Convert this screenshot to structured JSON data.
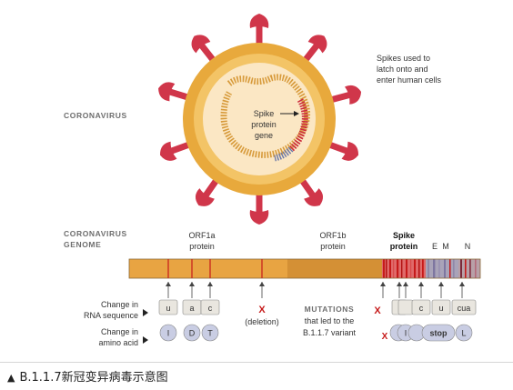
{
  "colors": {
    "virus_body": "#e8a93c",
    "virus_inner": "#fbe7c4",
    "spike": "#d0364a",
    "bar_orf1a": "#e8a442",
    "bar_orf1b": "#d49035",
    "mutation_line": "#c61a1a",
    "code_box": "#e9e6df",
    "amino_circle": "#c9cde3"
  },
  "virus": {
    "label": "CORONAVIRUS",
    "spike_note": [
      "Spikes used to",
      "latch onto and",
      "enter human cells"
    ],
    "gene_label": [
      "Spike",
      "protein",
      "gene"
    ]
  },
  "genome": {
    "label": [
      "CORONAVIRUS",
      "GENOME"
    ],
    "orf1a": [
      "ORF1a",
      "protein"
    ],
    "orf1b": [
      "ORF1b",
      "protein"
    ],
    "spike": [
      "Spike",
      "protein"
    ],
    "e": "E",
    "m": "M",
    "n": "N"
  },
  "legend": {
    "rna": [
      "Change in",
      "RNA sequence"
    ],
    "amino": [
      "Change in",
      "amino acid"
    ]
  },
  "codes": {
    "rna": [
      "u",
      "a",
      "c"
    ],
    "amino": [
      "I",
      "D",
      "T"
    ]
  },
  "deletion": {
    "mark": "X",
    "label": "(deletion)"
  },
  "mutations_note": [
    "MUTATIONS",
    "that led to the",
    "B.1.1.7 variant"
  ],
  "spike_codes": {
    "mark": "X",
    "rna": [
      "c",
      "u",
      "cua"
    ],
    "amino": [
      "I",
      "stop",
      "L"
    ]
  },
  "caption": "B.1.1.7新冠变异病毒示意图",
  "caption_icon": "triangle-up-icon"
}
